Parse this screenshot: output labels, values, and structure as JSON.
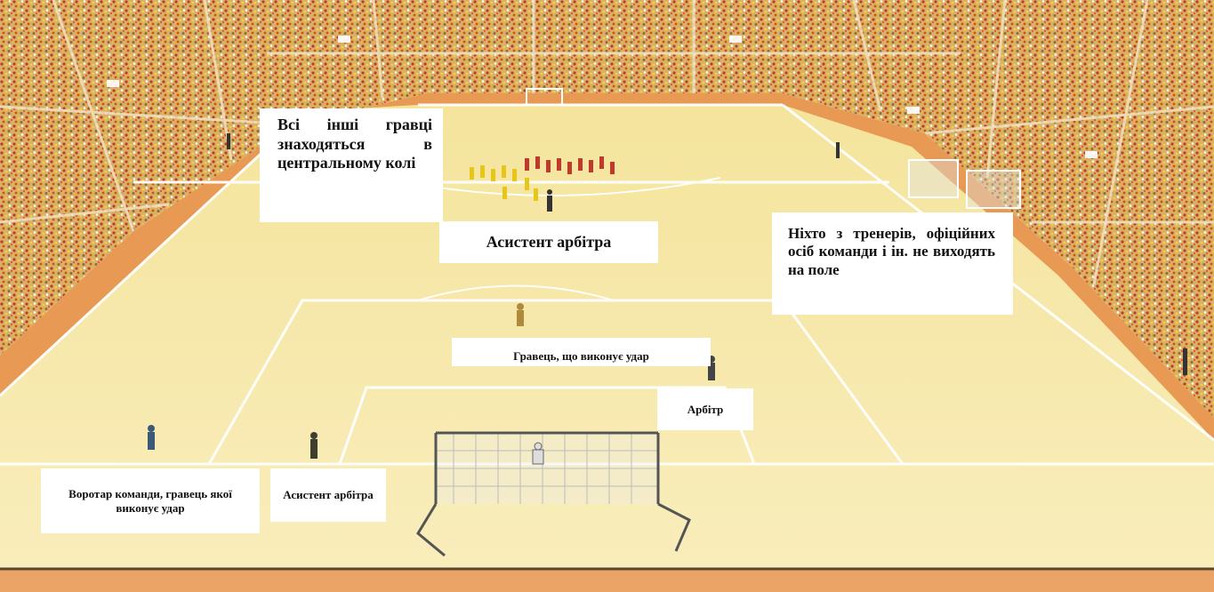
{
  "labels": {
    "other_players": "Всі інші гравці знаходяться в центральному колі",
    "assistant_referee_top": "Асистент арбітра",
    "nobody_enters": "Ніхто з тренерів, офіційних осіб команди і ін. не виходять на поле",
    "kicker": "Гравець, що виконує удар",
    "referee": "Арбітр",
    "kicking_team_keeper": "Воротар команди, гравець якої виконує удар",
    "assistant_referee_bottom": "Асистент арбітра"
  },
  "colors": {
    "pitch": "#f6e6a4",
    "pitch_light": "#f9edb8",
    "track": "#e89a55",
    "stands": "#d9b06a",
    "crowd_dots": [
      "#c0392b",
      "#d35400",
      "#f1c40f",
      "#ffffff",
      "#7f8c8d",
      "#b7950b"
    ],
    "lines": "#ffffff"
  }
}
